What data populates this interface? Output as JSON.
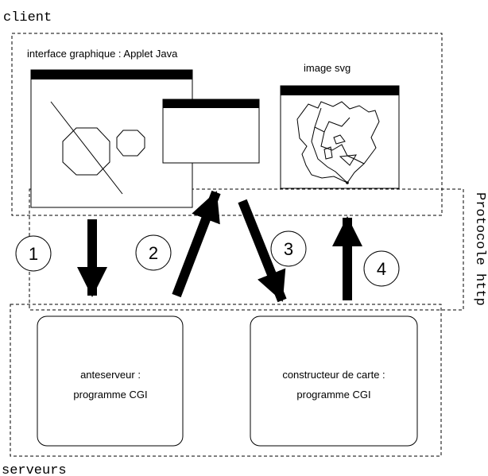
{
  "labels": {
    "client": "client",
    "serveurs": "serveurs",
    "protocol": "Protocole http",
    "gui": "interface graphique : Applet Java",
    "svg_image": "image svg"
  },
  "dialog_lines": [
    "",
    "",
    ""
  ],
  "servers": [
    {
      "line1": "anteserveur :",
      "line2": "programme CGI"
    },
    {
      "line1": "constructeur de carte :",
      "line2": "programme CGI"
    }
  ],
  "steps": [
    "1",
    "2",
    "3",
    "4"
  ],
  "colors": {
    "line": "#000000",
    "background": "#ffffff"
  }
}
